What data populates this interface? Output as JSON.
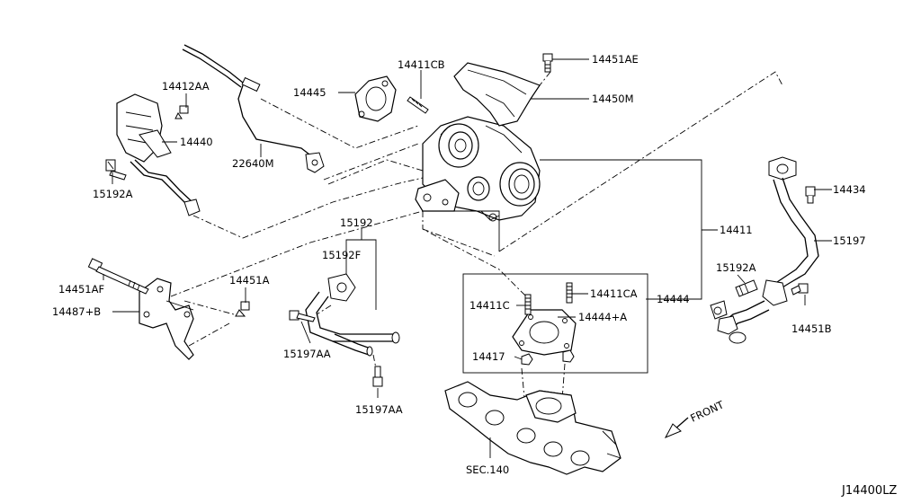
{
  "diagram": {
    "labels": {
      "p14451AE": "14451AE",
      "p14411CB": "14411CB",
      "p14445": "14445",
      "p14450M": "14450M",
      "p14412AA": "14412AA",
      "p14440": "14440",
      "p22640M": "22640M",
      "p15192A_left": "15192A",
      "p14434": "14434",
      "p15197": "15197",
      "p14411": "14411",
      "p15192": "15192",
      "p15192F": "15192F",
      "p14451AF": "14451AF",
      "p14451A": "14451A",
      "p14487B": "14487+B",
      "p15197AA_1": "15197AA",
      "p15197AA_2": "15197AA",
      "p14411C": "14411C",
      "p14411CA": "14411CA",
      "p14444": "14444",
      "p14444A": "14444+A",
      "p14417": "14417",
      "p15192A_right": "15192A",
      "p14451B": "14451B",
      "sec140": "SEC.140",
      "front": "FRONT",
      "diagram_code": "J14400LZ"
    }
  }
}
